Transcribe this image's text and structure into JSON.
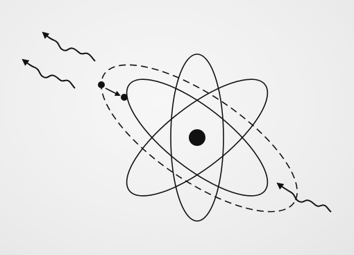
{
  "diagram": {
    "subject": "atom",
    "colors": {
      "background": "#efefef",
      "stroke": "#111111",
      "nucleus": "#111111"
    },
    "parts": {
      "nucleus": "nucleus",
      "orbits": [
        "orbit-vertical",
        "orbit-diagonal-a",
        "orbit-diagonal-b"
      ],
      "dashed_orbit": "excited-orbit",
      "electrons": [
        "electron-outer",
        "electron-inner"
      ],
      "transition_arrow": "electron-transition-arrow",
      "photons": [
        "photon-emitted-upper",
        "photon-emitted-lower",
        "photon-incoming"
      ]
    },
    "icons": {
      "photon": "wavy-arrow-icon",
      "nucleus": "filled-circle-icon"
    }
  }
}
